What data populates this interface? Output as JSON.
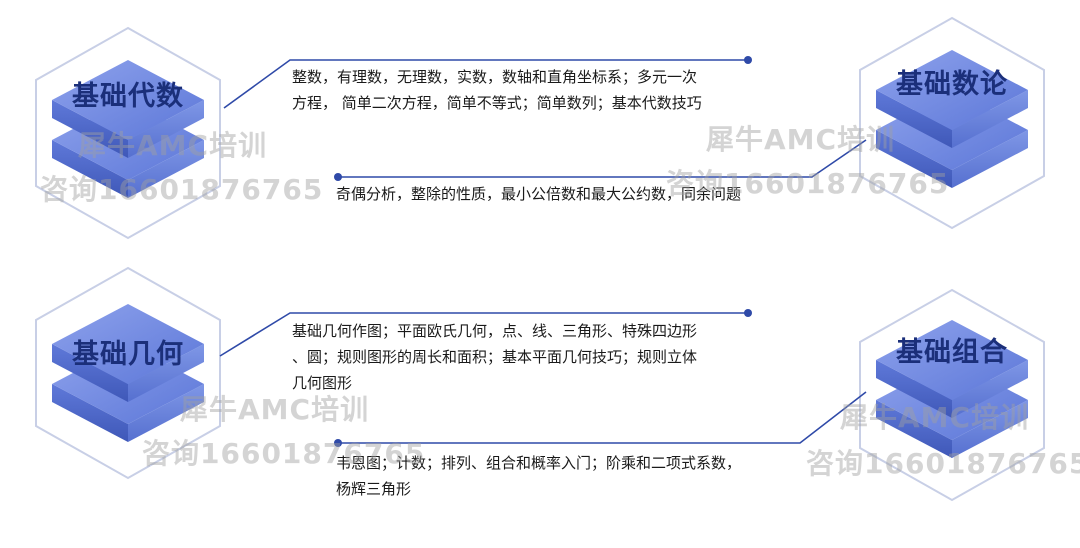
{
  "topics": [
    {
      "title": "基础代数",
      "lines": [
        "整数，有理数，无理数，实数，数轴和直角坐标系；多元一次",
        "方程， 简单二次方程，简单不等式；简单数列；基本代数技巧"
      ]
    },
    {
      "title": "基础数论",
      "lines": [
        "奇偶分析，整除的性质，最小公倍数和最大公约数，同余问题"
      ]
    },
    {
      "title": "基础几何",
      "lines": [
        "基础几何作图；平面欧氏几何，点、线、三角形、特殊四边形",
        "、圆；规则图形的周长和面积；基本平面几何技巧；规则立体",
        "几何图形"
      ]
    },
    {
      "title": "基础组合",
      "lines": [
        "韦恩图；计数；排列、组合和概率入门；阶乘和二项式系数，",
        "杨辉三角形"
      ]
    }
  ],
  "watermark": {
    "line1": "犀牛AMC培训",
    "line2": "咨询16601876765"
  },
  "colors": {
    "accent": "#2f4aa8",
    "block_top": "#6d86df",
    "block_side": "#4b66c7",
    "hex_outline": "#c5cce6",
    "connector": "#2f4aa8"
  }
}
